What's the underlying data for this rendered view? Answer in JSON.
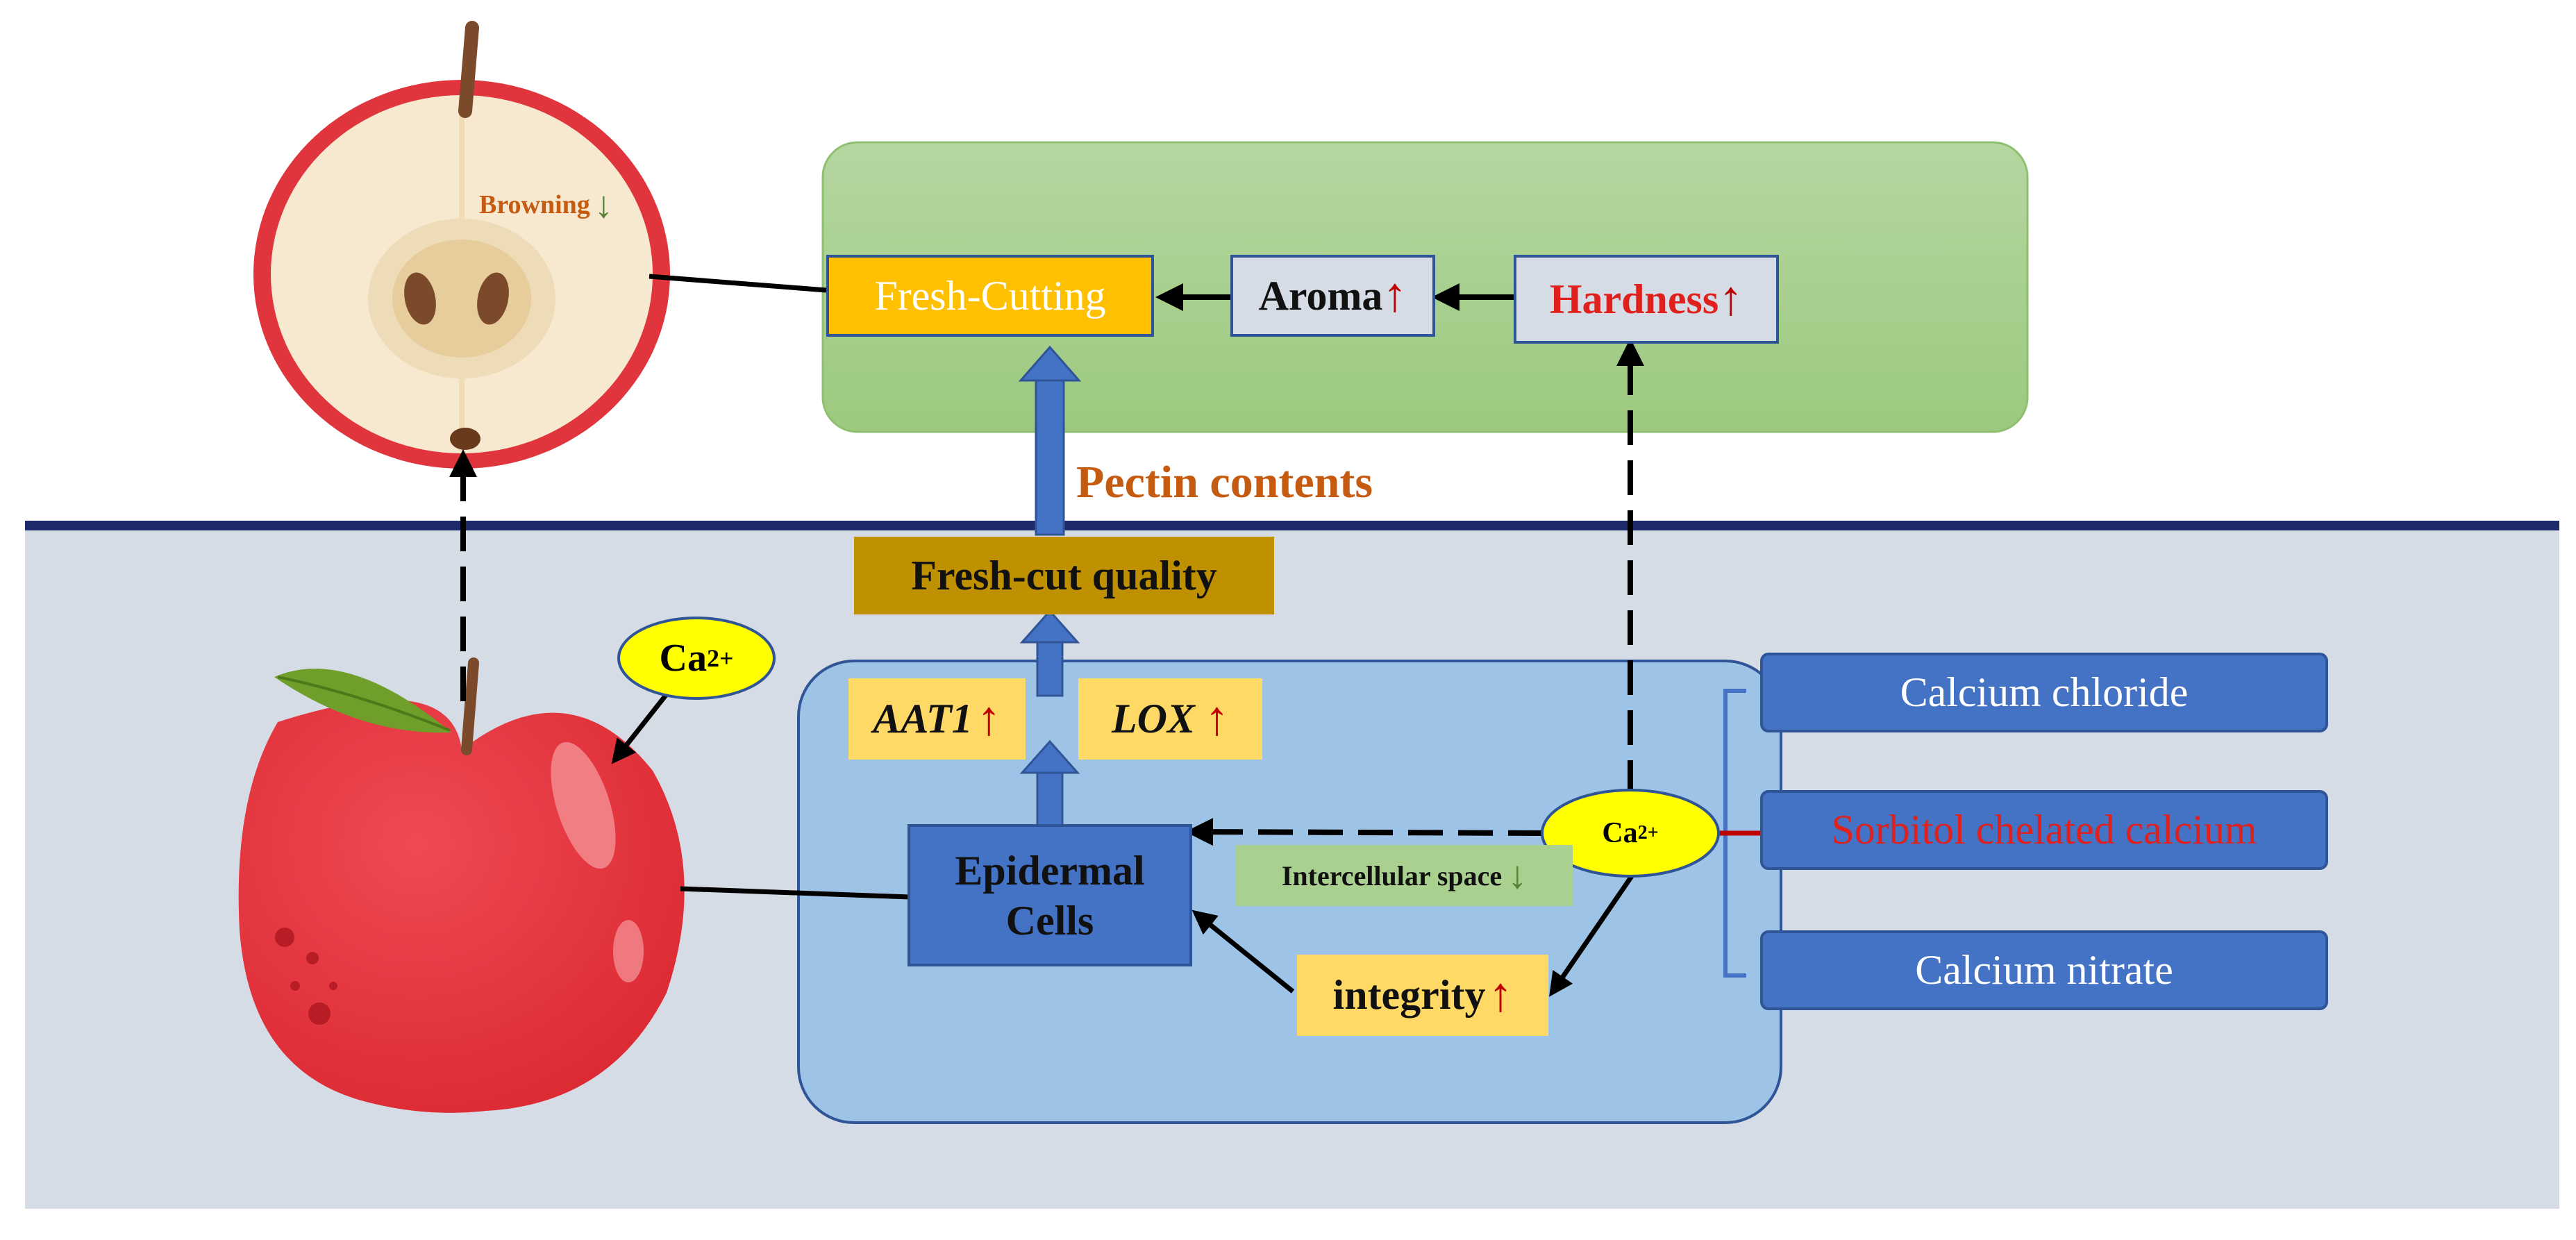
{
  "colors": {
    "green_panel": "#a9d08e",
    "lower_background": "#d6dce5",
    "divider": "#1f2a6b",
    "blue_panel": "#9dc3e6",
    "dark_blue_box": "#4472c4",
    "orange_box": "#ffc000",
    "light_orange_box": "#ffd966",
    "gray_box": "#d6dce5",
    "gold_box": "#bf9000",
    "pectin_text": "#c55a11",
    "red_text": "#e0201c",
    "up_arrow": "#c00000",
    "down_arrow": "#548235",
    "ca_ellipse": "#ffff00",
    "apple_red": "#e8353d",
    "leaf": "#70a030"
  },
  "top_apple": {
    "browning_label": "Browning",
    "browning_icon": "down-arrow-icon"
  },
  "upper_panel": {
    "fresh_cutting": "Fresh-Cutting",
    "aroma": "Aroma",
    "hardness": "Hardness"
  },
  "pectin_label": "Pectin contents",
  "fresh_cut_quality": "Fresh-cut quality",
  "cell_panel": {
    "aat1": "AAT1",
    "lox": "LOX",
    "epidermal_line1": "Epidermal",
    "epidermal_line2": "Cells",
    "intercellular": "Intercellular space",
    "integrity": "integrity",
    "ca_inner_base": "Ca",
    "ca_inner_sup": "2+"
  },
  "ca_outer": {
    "base": "Ca",
    "sup": "2+"
  },
  "treatments": [
    "Calcium chloride",
    "Sorbitol chelated calcium",
    "Calcium nitrate"
  ]
}
